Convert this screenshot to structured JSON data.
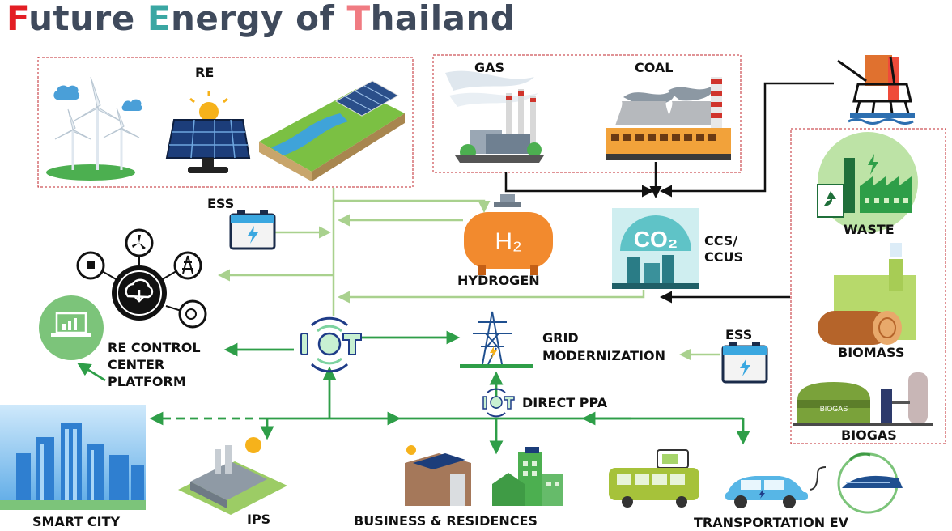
{
  "title": {
    "parts": [
      {
        "text": "F",
        "color": "#e31e24"
      },
      {
        "text": "uture ",
        "color": "#3f4a5c"
      },
      {
        "text": "E",
        "color": "#3aa7a3"
      },
      {
        "text": "nergy of ",
        "color": "#3f4a5c"
      },
      {
        "text": "T",
        "color": "#f07b82"
      },
      {
        "text": "hailand",
        "color": "#3f4a5c"
      }
    ]
  },
  "labels": {
    "re": "RE",
    "gas": "GAS",
    "coal": "COAL",
    "ess_top": "ESS",
    "hydrogen": "HYDROGEN",
    "h2": "H₂",
    "ccs_line1": "CCS/",
    "ccs_line2": "CCUS",
    "co2": "CO₂",
    "waste": "WASTE",
    "biomass": "BIOMASS",
    "biogas": "BIOGAS",
    "biogas_tank": "BIOGAS",
    "re_control_1": "RE CONTROL",
    "re_control_2": "CENTER",
    "re_control_3": "PLATFORM",
    "iot": "IOT",
    "grid_1": "GRID",
    "grid_2": "MODERNIZATION",
    "ess_right": "ESS",
    "direct_ppa": "DIRECT PPA",
    "smart_city": "SMART CITY",
    "ips": "IPS",
    "business": "BUSINESS & RESIDENCES",
    "transport": "TRANSPORTATION EV"
  },
  "colors": {
    "dashed_frame": "#c0272d",
    "green_line": "#2e9e48",
    "light_green_line": "#a9d18e",
    "black_line": "#111111",
    "hydrogen_orange": "#f28a2e",
    "co2_teal": "#5fc3c7",
    "control_green": "#7cc47a"
  },
  "icons": [
    "wind-turbine-icon",
    "cloud-icon",
    "solar-panel-icon",
    "sun-icon",
    "hydro-dam-icon",
    "gas-plant-icon",
    "coal-plant-icon",
    "oil-rig-icon",
    "battery-icon",
    "hydrogen-tank-icon",
    "co2-capture-icon",
    "waste-plant-icon",
    "recycle-icon",
    "biomass-log-icon",
    "biogas-tank-icon",
    "control-hub-icon",
    "laptop-chart-icon",
    "iot-icon",
    "transmission-tower-icon",
    "smart-city-icon",
    "factory-icon",
    "house-icon",
    "building-icon",
    "bus-icon",
    "ev-car-icon",
    "train-icon"
  ]
}
